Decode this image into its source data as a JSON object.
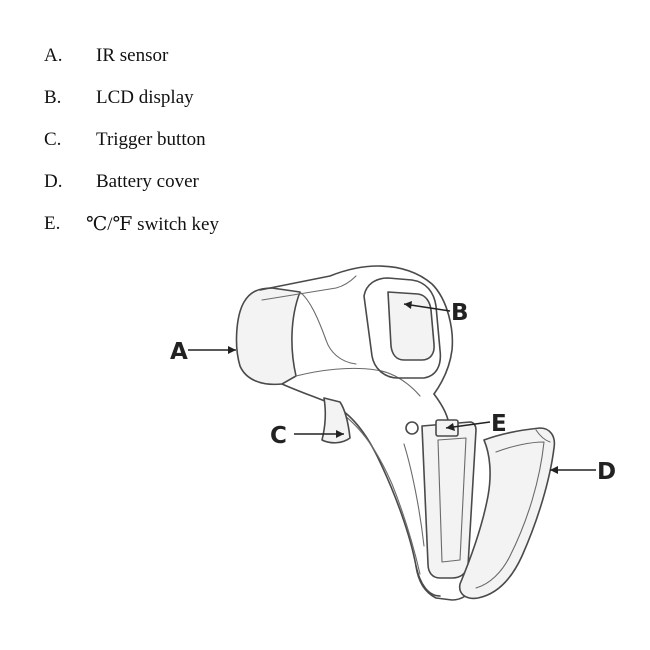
{
  "legend": [
    {
      "letter": "A.",
      "text": "IR sensor"
    },
    {
      "letter": "B.",
      "text": "LCD display"
    },
    {
      "letter": "C.",
      "text": "Trigger button"
    },
    {
      "letter": "D.",
      "text": "Battery cover"
    },
    {
      "letter": "E.",
      "text": "℃/℉ switch key"
    }
  ],
  "callouts": {
    "a": "A",
    "b": "B",
    "c": "C",
    "d": "D",
    "e": "E"
  }
}
